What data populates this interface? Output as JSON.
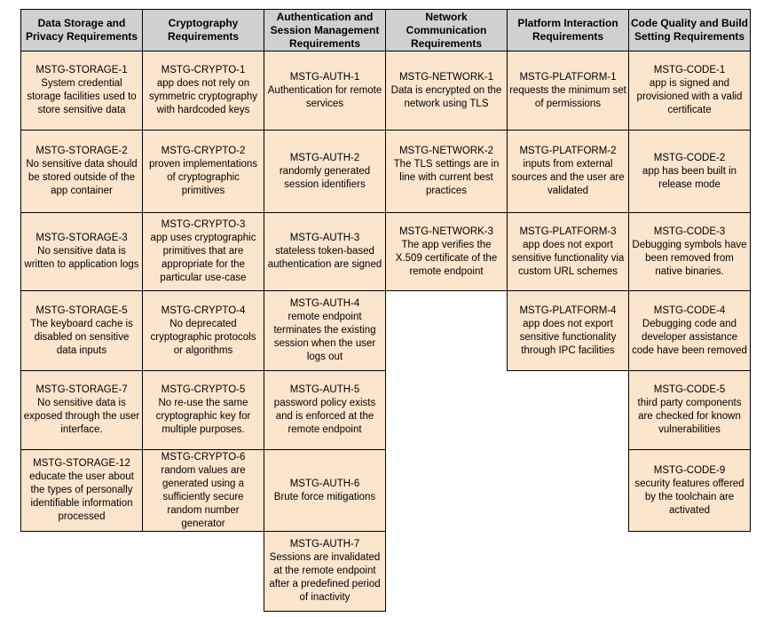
{
  "colors": {
    "header_bg": "#d0d0d0",
    "cell_bg": "#fce5cd",
    "border": "#000000"
  },
  "table": {
    "columns": [
      {
        "header": "Data Storage and Privacy Requirements",
        "cells": [
          {
            "id": "MSTG-STORAGE-1",
            "desc": "System credential storage facilities used to store sensitive data"
          },
          {
            "id": "MSTG-STORAGE-2",
            "desc": "No sensitive data should be stored outside of the app container"
          },
          {
            "id": "MSTG-STORAGE-3",
            "desc": "No sensitive data is written to application logs"
          },
          {
            "id": "MSTG-STORAGE-5",
            "desc": "The keyboard cache is disabled on sensitive data inputs"
          },
          {
            "id": "MSTG-STORAGE-7",
            "desc": "No sensitive data is exposed through the user interface."
          },
          {
            "id": "MSTG-STORAGE-12",
            "desc": "educate the user about the types of personally identifiable information processed"
          }
        ]
      },
      {
        "header": "Cryptography Requirements",
        "cells": [
          {
            "id": "MSTG-CRYPTO-1",
            "desc": "app does not rely on symmetric cryptography with hardcoded keys"
          },
          {
            "id": "MSTG-CRYPTO-2",
            "desc": "proven implementations of cryptographic primitives"
          },
          {
            "id": "MSTG-CRYPTO-3",
            "desc": "app uses cryptographic primitives that are appropriate for the particular use-case"
          },
          {
            "id": "MSTG-CRYPTO-4",
            "desc": "No deprecated cryptographic protocols or algorithms"
          },
          {
            "id": "MSTG-CRYPTO-5",
            "desc": "No re-use the same cryptographic key for multiple purposes."
          },
          {
            "id": "MSTG-CRYPTO-6",
            "desc": "random values are generated using a sufficiently secure random number generator"
          }
        ]
      },
      {
        "header": "Authentication and Session Management Requirements",
        "cells": [
          {
            "id": "MSTG-AUTH-1",
            "desc": "Authentication for remote services"
          },
          {
            "id": "MSTG-AUTH-2",
            "desc": "randomly generated session identifiers"
          },
          {
            "id": "MSTG-AUTH-3",
            "desc": "stateless token-based authentication are signed"
          },
          {
            "id": "MSTG-AUTH-4",
            "desc": "remote endpoint terminates the existing session when the user logs out"
          },
          {
            "id": "MSTG-AUTH-5",
            "desc": "password policy exists and is enforced at the remote endpoint"
          },
          {
            "id": "MSTG-AUTH-6",
            "desc": "Brute force mitigations"
          },
          {
            "id": "MSTG-AUTH-7",
            "desc": "Sessions are invalidated at the remote endpoint after a predefined period of inactivity"
          }
        ]
      },
      {
        "header": "Network Communication Requirements",
        "cells": [
          {
            "id": "MSTG-NETWORK-1",
            "desc": "Data is encrypted on the network using TLS"
          },
          {
            "id": "MSTG-NETWORK-2",
            "desc": "The TLS settings are in line with current best practices"
          },
          {
            "id": "MSTG-NETWORK-3",
            "desc": "The app verifies the X.509 certificate of the remote endpoint"
          }
        ]
      },
      {
        "header": "Platform Interaction Requirements",
        "cells": [
          {
            "id": "MSTG-PLATFORM-1",
            "desc": "requests the minimum set of permissions"
          },
          {
            "id": "MSTG-PLATFORM-2",
            "desc": "inputs from external sources and the user are validated"
          },
          {
            "id": "MSTG-PLATFORM-3",
            "desc": "app does not export sensitive functionality via custom URL schemes"
          },
          {
            "id": "MSTG-PLATFORM-4",
            "desc": "app does not export sensitive functionality through IPC facilities"
          }
        ]
      },
      {
        "header": "Code Quality and Build Setting Requirements",
        "cells": [
          {
            "id": "MSTG-CODE-1",
            "desc": "app is signed and provisioned with a valid certificate"
          },
          {
            "id": "MSTG-CODE-2",
            "desc": "app has been built in release mode"
          },
          {
            "id": "MSTG-CODE-3",
            "desc": "Debugging symbols have been removed from native binaries."
          },
          {
            "id": "MSTG-CODE-4",
            "desc": "Debugging code and developer assistance code have been removed"
          },
          {
            "id": "MSTG-CODE-5",
            "desc": "third party components are checked for known vulnerabilities"
          },
          {
            "id": "MSTG-CODE-9",
            "desc": "security features offered by the toolchain are activated"
          }
        ]
      }
    ]
  }
}
